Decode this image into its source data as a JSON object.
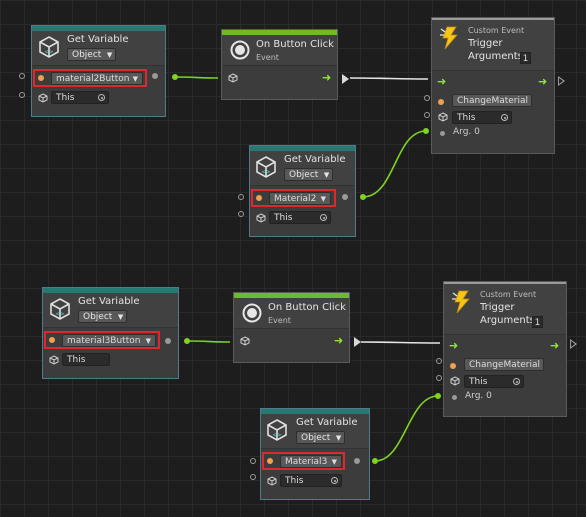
{
  "colors": {
    "background": "#1d1d1d",
    "node_bg": "#3c3c3c",
    "teal_bar": "#2a7771",
    "green_bar": "#6fb92c",
    "highlight": "#e0262e",
    "flow": "#8fe33c",
    "value_port": "#f0a050"
  },
  "groups": [
    {
      "get_button": {
        "title": "Get Variable",
        "kind": "Object",
        "name": "material2Button",
        "target": "This"
      },
      "on_click": {
        "title": "On Button Click",
        "subtitle": "Event"
      },
      "custom_event": {
        "subtitle": "Custom Event",
        "title_line1": "Trigger",
        "title_line2": "Arguments",
        "arg_count": "1",
        "name": "ChangeMaterial",
        "target": "This",
        "arg_label": "Arg. 0"
      },
      "get_material": {
        "title": "Get Variable",
        "kind": "Object",
        "name": "Material2",
        "target": "This"
      }
    },
    {
      "get_button": {
        "title": "Get Variable",
        "kind": "Object",
        "name": "material3Button",
        "target": "This"
      },
      "on_click": {
        "title": "On Button Click",
        "subtitle": "Event"
      },
      "custom_event": {
        "subtitle": "Custom Event",
        "title_line1": "Trigger",
        "title_line2": "Arguments",
        "arg_count": "1",
        "name": "ChangeMaterial",
        "target": "This",
        "arg_label": "Arg. 0"
      },
      "get_material": {
        "title": "Get Variable",
        "kind": "Object",
        "name": "Material3",
        "target": "This"
      }
    }
  ]
}
